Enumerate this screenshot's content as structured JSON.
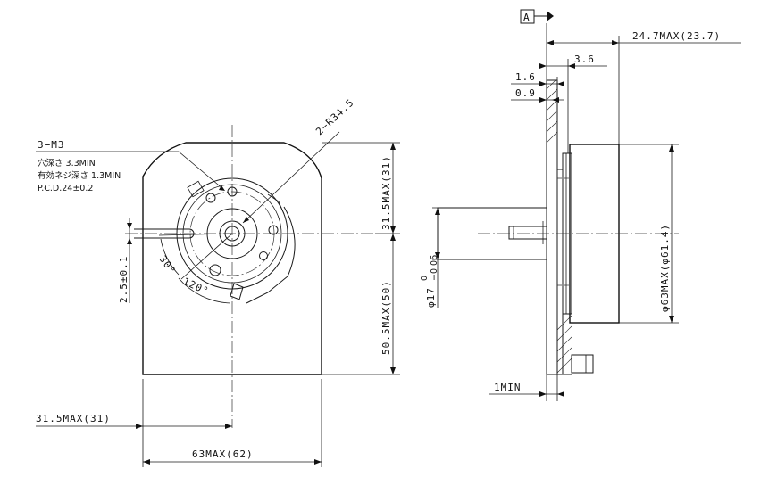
{
  "front_view": {
    "leader_2r": "2−R34.5",
    "hole_spec": {
      "title": "3−M3",
      "depth": "穴深さ 3.3MIN",
      "thread_depth": "有効ネジ深さ 1.3MIN",
      "pcd": "P.C.D.24±0.2"
    },
    "angle_30": "30°",
    "angle_120": "120°",
    "dim_left_vertical": "2.5±0.1",
    "dim_upper_vertical": "31.5MAX(31)",
    "dim_lower_vertical": "50.5MAX(50)",
    "dim_bottom_half": "31.5MAX(31)",
    "dim_bottom_total": "63MAX(62)"
  },
  "side_view": {
    "datum": "A",
    "dim_total_length": "24.7MAX(23.7)",
    "dim_3_6": "3.6",
    "dim_1_6": "1.6",
    "dim_0_9": "0.9",
    "dim_shaft_dia": "φ17",
    "tol_shaft_upper": "0",
    "tol_shaft_lower": "−0.06",
    "dim_body_dia": "φ63MAX(φ61.4)",
    "dim_bottom": "1MIN"
  }
}
